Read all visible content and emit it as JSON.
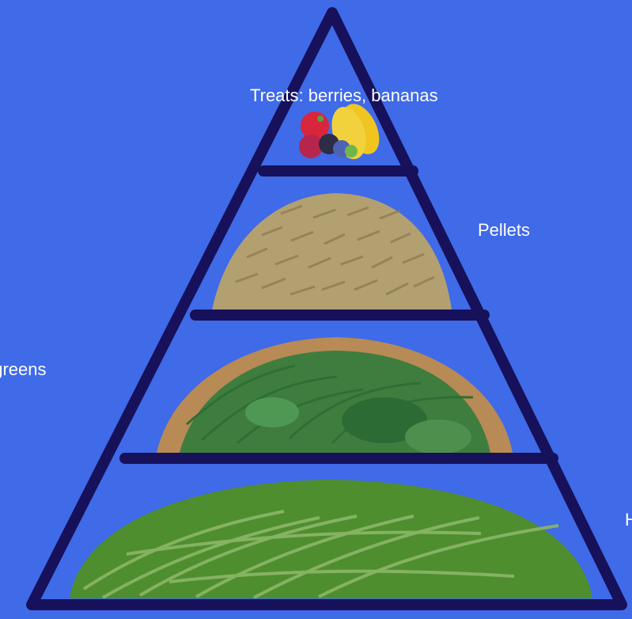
{
  "pyramid": {
    "levels": [
      {
        "id": "treats",
        "label": "Treats: berries, bananas",
        "image": "berries-banana-icon"
      },
      {
        "id": "pellets",
        "label": "Pellets",
        "image": "pellets-icon"
      },
      {
        "id": "greens",
        "label": "Leafy greens",
        "visible_label": "fy greens",
        "image": "leafy-greens-icon"
      },
      {
        "id": "hay",
        "label": "H",
        "image": "hay-icon"
      }
    ]
  },
  "colors": {
    "background": "#3f6ae8",
    "outline": "#16115a",
    "label_text": "#ffffff",
    "hay_green": "#4f8e2f",
    "greens_green": "#3f7d3f",
    "pellet_tan": "#b3a071",
    "strawberry": "#d9263c",
    "banana": "#f0c51f",
    "blueberry": "#4c62b6"
  }
}
